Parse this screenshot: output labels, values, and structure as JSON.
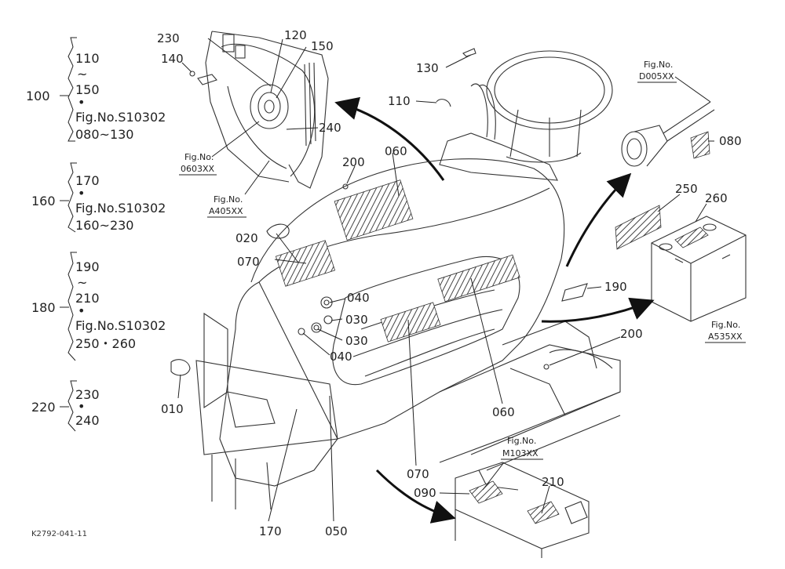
{
  "legend": [
    {
      "group": "100",
      "lines": [
        "110",
        "~",
        "150",
        "•",
        "Fig.No.S10302",
        "080~130"
      ]
    },
    {
      "group": "160",
      "lines": [
        "170",
        "•",
        "Fig.No.S10302",
        "160~230"
      ]
    },
    {
      "group": "180",
      "lines": [
        "190",
        "~",
        "210",
        "•",
        "Fig.No.S10302",
        "250・260"
      ]
    },
    {
      "group": "220",
      "lines": [
        "230",
        "•",
        "240"
      ]
    }
  ],
  "callouts": {
    "c230": "230",
    "c120": "120",
    "c150": "150",
    "c140": "140",
    "c240": "240",
    "c130": "130",
    "c110": "110",
    "c200a": "200",
    "c060a": "060",
    "c020": "020",
    "c070a": "070",
    "c040a": "040",
    "c030a": "030",
    "c030b": "030",
    "c040b": "040",
    "c010": "010",
    "c170": "170",
    "c050": "050",
    "c070b": "070",
    "c060b": "060",
    "c080": "080",
    "c250": "250",
    "c260": "260",
    "c190": "190",
    "c200b": "200",
    "c090": "090",
    "c210": "210"
  },
  "fig_refs": {
    "f0603_label": "Fig.No.",
    "f0603_code": "0603XX",
    "fA405_label": "Fig.No.",
    "fA405_code": "A405XX",
    "fD005_label": "Fig.No.",
    "fD005_code": "D005XX",
    "fA535_label": "Fig.No.",
    "fA535_code": "A535XX",
    "fM103_label": "Fig.No.",
    "fM103_code": "M103XX"
  },
  "drawing_code": "K2792-041-11"
}
